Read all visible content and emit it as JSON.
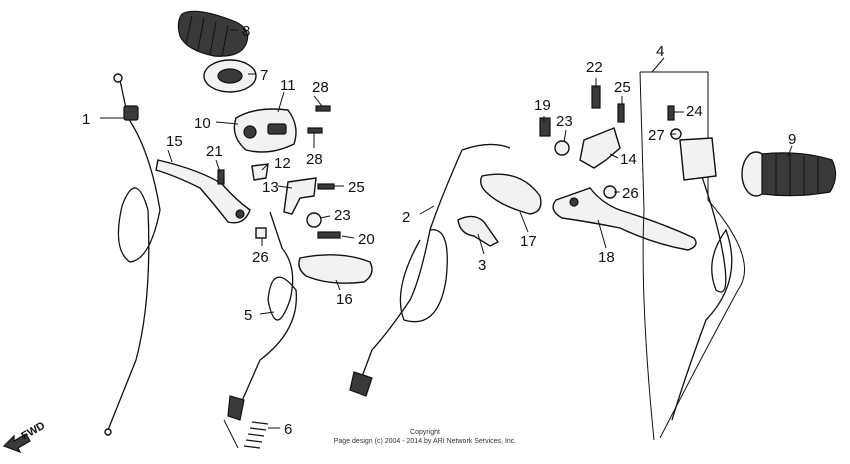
{
  "callouts": [
    "1",
    "2",
    "3",
    "4",
    "5",
    "6",
    "7",
    "8",
    "9",
    "10",
    "11",
    "12",
    "13",
    "14",
    "15",
    "16",
    "17",
    "18",
    "19",
    "20",
    "21",
    "22",
    "23",
    "23",
    "24",
    "25",
    "25",
    "26",
    "26",
    "27",
    "28",
    "28"
  ],
  "fwd_label": "FWD",
  "copyright": {
    "line1": "Copyright",
    "line2": "Page design (c) 2004 - 2014 by ARI Network Services, Inc."
  }
}
